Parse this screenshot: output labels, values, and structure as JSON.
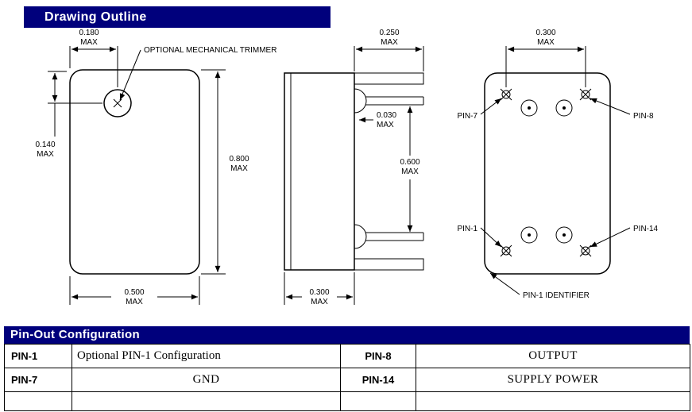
{
  "headers": {
    "drawing_outline": "Drawing Outline",
    "pinout_config": "Pin-Out Configuration"
  },
  "colors": {
    "header_bg": "#00007c",
    "header_text": "#ffffff",
    "line": "#000000"
  },
  "drawing": {
    "trimmer_label": "OPTIONAL MECHANICAL TRIMMER",
    "pin1_identifier_label": "PIN-1 IDENTIFIER",
    "dims": {
      "front_trimmer_offset": {
        "value": "0.180",
        "unit": "MAX"
      },
      "front_trimmer_vertical": {
        "value": "0.140",
        "unit": "MAX"
      },
      "front_height": {
        "value": "0.800",
        "unit": "MAX"
      },
      "front_width": {
        "value": "0.500",
        "unit": "MAX"
      },
      "side_pin_length": {
        "value": "0.250",
        "unit": "MAX"
      },
      "side_pin_diameter": {
        "value": "0.030",
        "unit": "MAX"
      },
      "side_pin_spacing": {
        "value": "0.600",
        "unit": "MAX"
      },
      "side_width": {
        "value": "0.300",
        "unit": "MAX"
      },
      "bottom_pin_spacing": {
        "value": "0.300",
        "unit": "MAX"
      }
    },
    "pin_labels": {
      "pin7": "PIN-7",
      "pin8": "PIN-8",
      "pin1": "PIN-1",
      "pin14": "PIN-14"
    }
  },
  "pinout_table": {
    "rows": [
      {
        "pin_a": "PIN-1",
        "desc_a": "Optional PIN-1 Configuration",
        "pin_b": "PIN-8",
        "desc_b": "OUTPUT"
      },
      {
        "pin_a": "PIN-7",
        "desc_a": "GND",
        "pin_b": "PIN-14",
        "desc_b": "SUPPLY POWER"
      }
    ]
  }
}
